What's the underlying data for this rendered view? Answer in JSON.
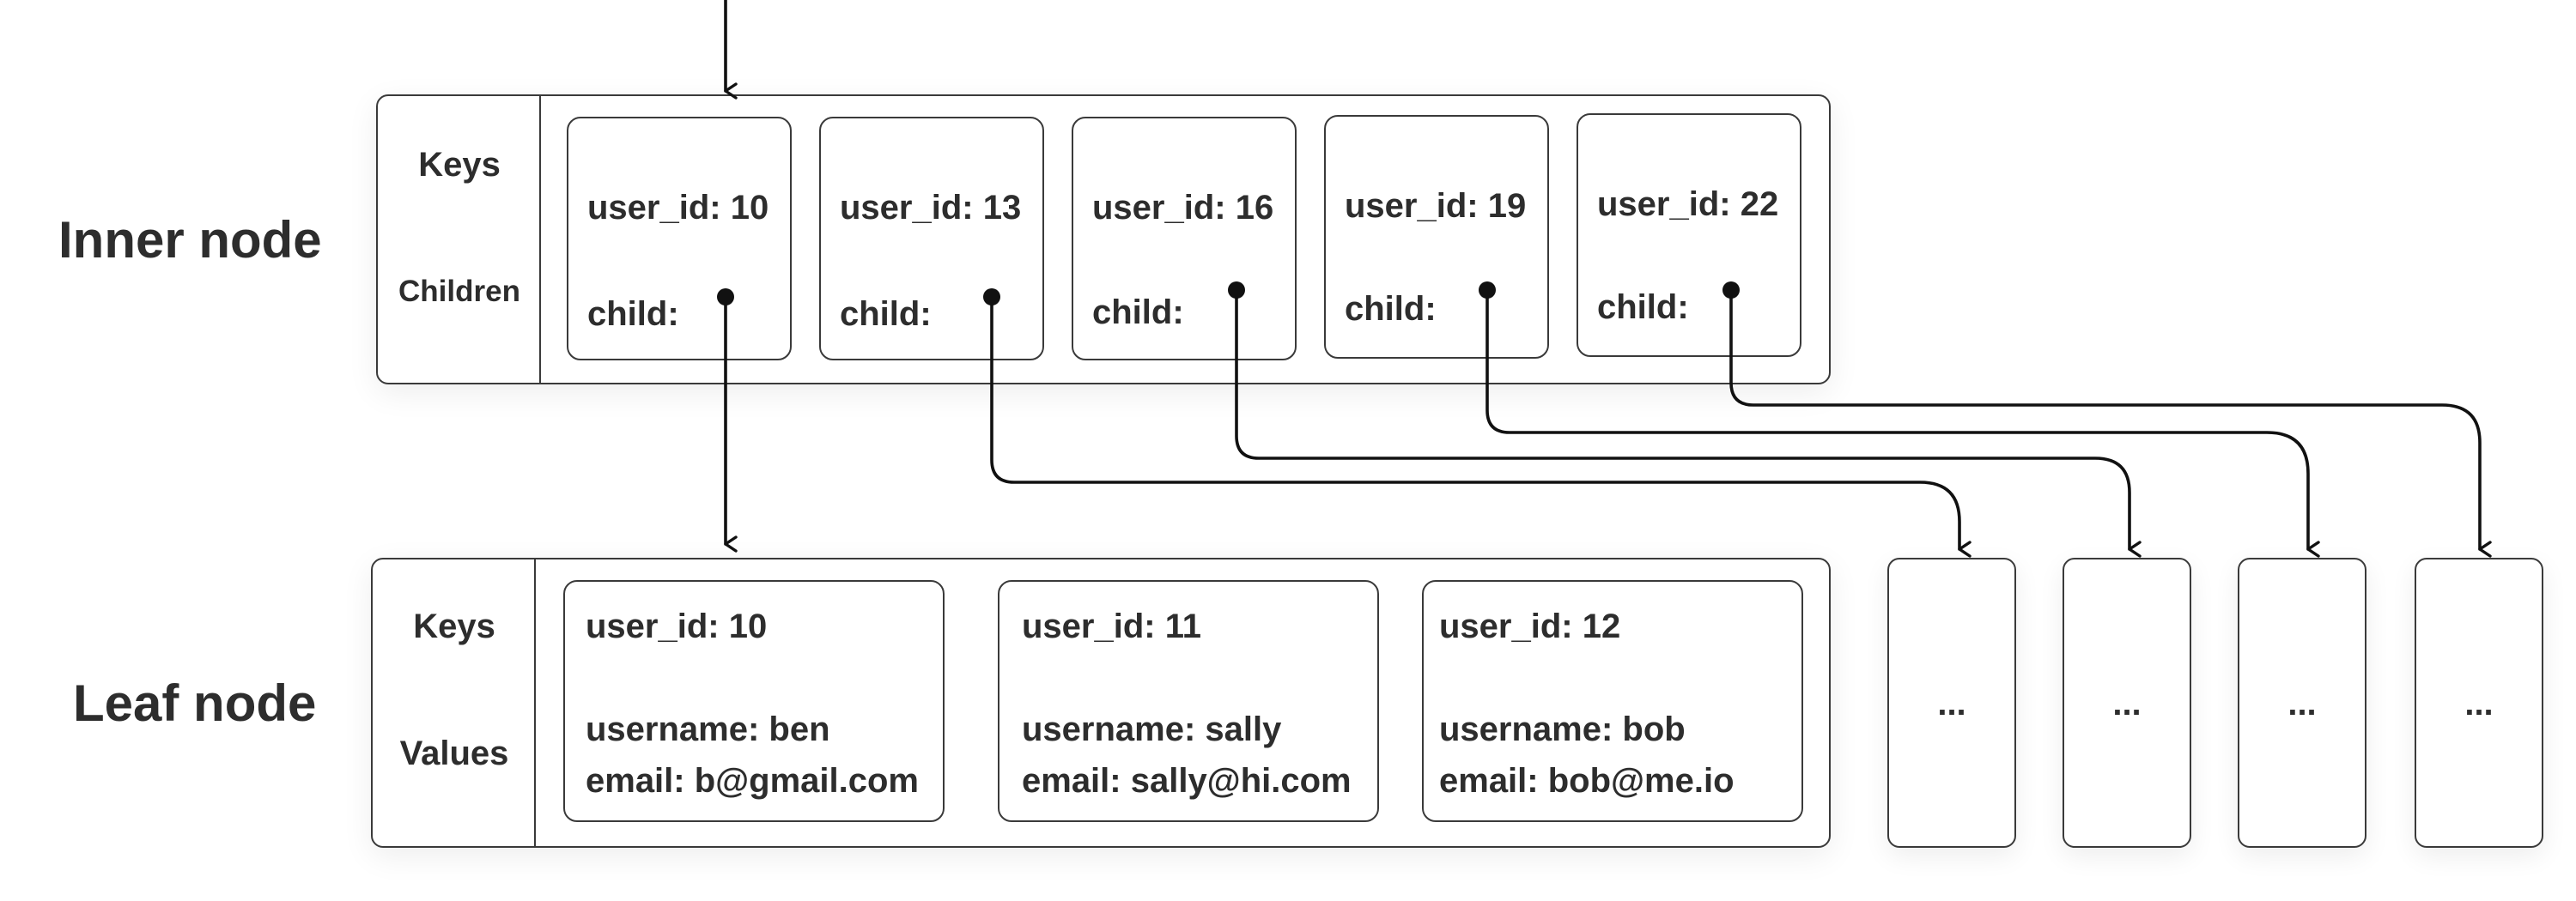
{
  "inner_node": {
    "title": "Inner node",
    "keys_label": "Keys",
    "children_label": "Children",
    "cells": [
      {
        "key": "user_id: 10",
        "child": "child:"
      },
      {
        "key": "user_id: 13",
        "child": "child:"
      },
      {
        "key": "user_id: 16",
        "child": "child:"
      },
      {
        "key": "user_id: 19",
        "child": "child:"
      },
      {
        "key": "user_id: 22",
        "child": "child:"
      }
    ]
  },
  "leaf_node": {
    "title": "Leaf node",
    "keys_label": "Keys",
    "values_label": "Values",
    "entries": [
      {
        "key": "user_id: 10",
        "username": "username: ben",
        "email": "email: b@gmail.com"
      },
      {
        "key": "user_id: 11",
        "username": "username: sally",
        "email": "email: sally@hi.com"
      },
      {
        "key": "user_id: 12",
        "username": "username: bob",
        "email": "email: bob@me.io"
      }
    ]
  },
  "child_stubs": [
    "...",
    "...",
    "...",
    "..."
  ],
  "colors": {
    "stroke": "#111111",
    "border": "#3a3a3a",
    "text": "#2d2d2d"
  }
}
